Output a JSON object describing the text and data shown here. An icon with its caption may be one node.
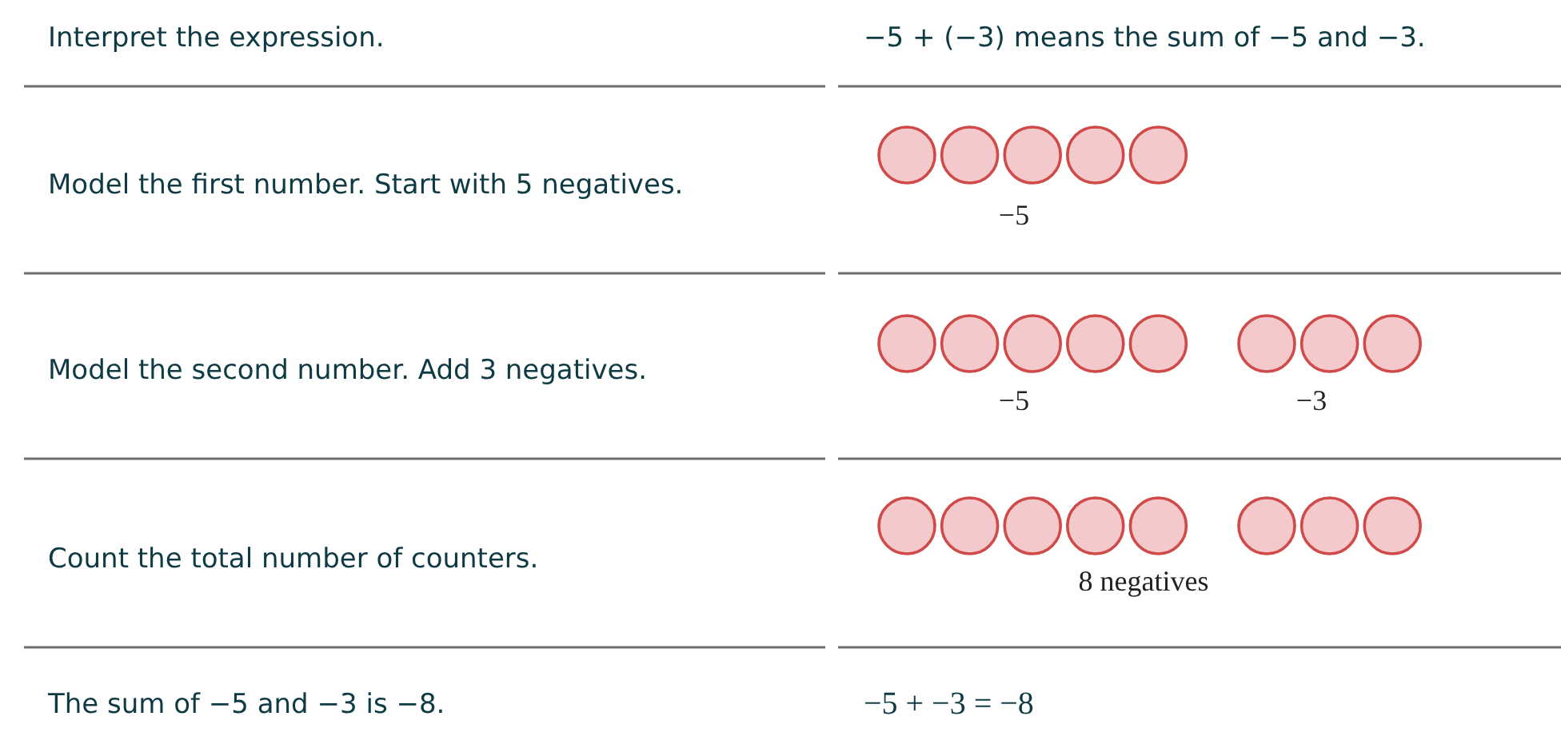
{
  "diagram": {
    "labels": [
      "Interpret the expression.",
      "−5 + (−3) means the sum of −5 and −3.",
      "Model the first number. Start with 5 negatives.",
      "−5",
      "Model the second number. Add 3 negatives.",
      "−5",
      "−3",
      "Count the total number of counters.",
      "8 negatives",
      "The sum of −5 and −3 is −8.",
      "−5 + −3 = −8"
    ]
  }
}
